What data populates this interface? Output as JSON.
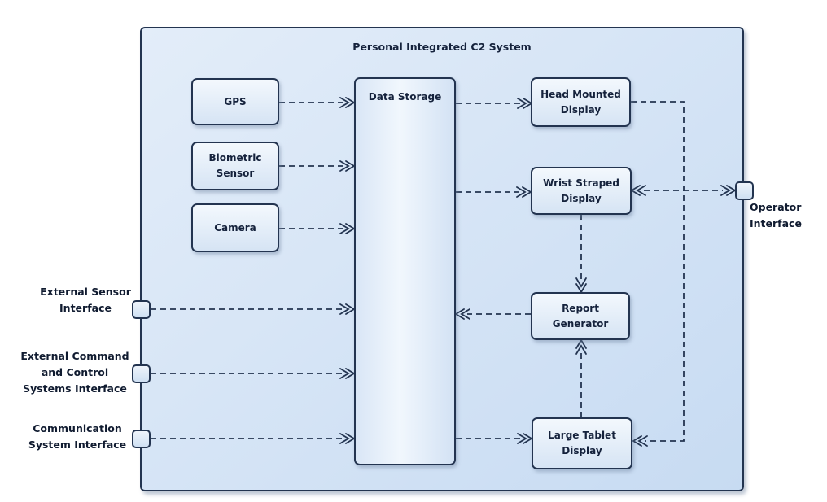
{
  "title": "Personal Integrated C2 System",
  "blocks": {
    "gps": {
      "label": "GPS"
    },
    "biometric": {
      "lines": [
        "Biometric",
        "Sensor"
      ]
    },
    "camera": {
      "label": "Camera"
    },
    "data_storage": {
      "label": "Data Storage"
    },
    "head_mounted_display": {
      "lines": [
        "Head Mounted",
        "Display"
      ]
    },
    "wrist_straped_display": {
      "lines": [
        "Wrist Straped",
        "Display"
      ]
    },
    "report_generator": {
      "lines": [
        "Report",
        "Generator"
      ]
    },
    "large_tablet_display": {
      "lines": [
        "Large Tablet",
        "Display"
      ]
    }
  },
  "ports": {
    "external_sensor": {
      "lines": [
        "External Sensor",
        "Interface"
      ]
    },
    "external_command": {
      "lines": [
        "External Command",
        "and Control",
        "Systems Interface"
      ]
    },
    "communication": {
      "lines": [
        "Communication",
        "System Interface"
      ]
    },
    "operator": {
      "lines": [
        "Operator",
        "Interface"
      ]
    }
  },
  "colors": {
    "line": "#233450",
    "text": "#15223c",
    "block_top": "#f3f8fd",
    "block_bottom": "#d6e4f4",
    "container_top": "#e3edf9",
    "container_bottom": "#c7dbf2",
    "bg": "#ffffff"
  }
}
